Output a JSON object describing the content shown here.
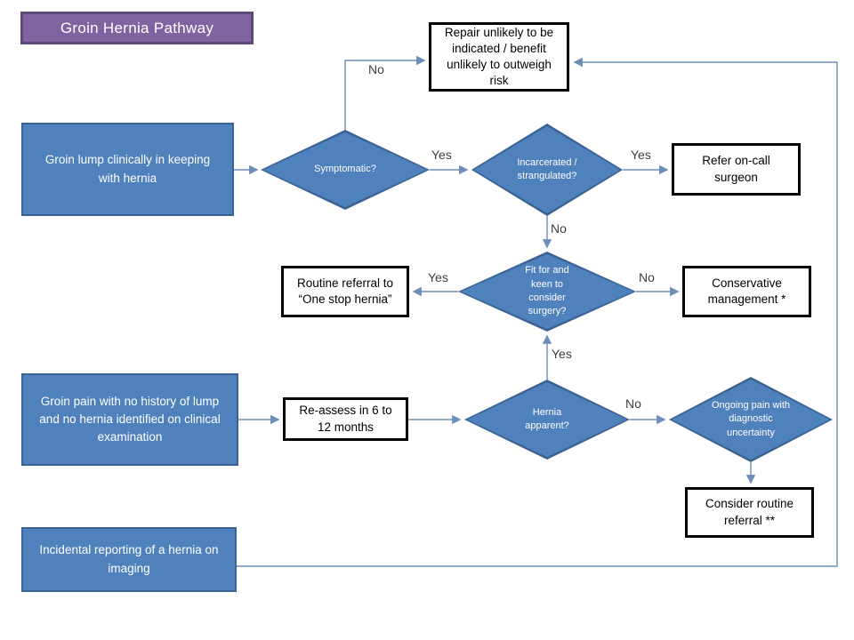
{
  "title": "Groin Hernia Pathway",
  "colors": {
    "blue-fill": "#4f81bd",
    "blue-border": "#3a6293",
    "purple-fill": "#8064a2",
    "purple-border": "#5d4a78",
    "line": "#6d8eb8"
  },
  "nodes": {
    "start_lump": {
      "label": "Groin lump clinically in keeping with hernia"
    },
    "symptomatic": {
      "label": "Symptomatic?"
    },
    "incarcerated": {
      "label": "Incarcerated / strangulated?"
    },
    "repair_unlikely": {
      "label": "Repair unlikely to be indicated / benefit unlikely to outweigh risk"
    },
    "refer_oncall": {
      "label": "Refer on-call surgeon"
    },
    "fit_keen": {
      "label": "Fit for and keen to consider surgery?"
    },
    "routine_referral": {
      "label": "Routine referral to “One stop hernia”"
    },
    "conservative": {
      "label": "Conservative management *"
    },
    "start_pain": {
      "label": "Groin pain with no history of lump and no hernia identified on clinical examination"
    },
    "reassess": {
      "label": "Re-assess in 6 to 12 months"
    },
    "hernia_apparent": {
      "label": "Hernia apparent?"
    },
    "ongoing_pain": {
      "label": "Ongoing pain with diagnostic uncertainty"
    },
    "consider_referral": {
      "label": "Consider routine referral **"
    },
    "start_incidental": {
      "label": "Incidental reporting of a hernia on imaging"
    }
  },
  "edge_labels": {
    "symptomatic_no": "No",
    "symptomatic_yes": "Yes",
    "incarcerated_yes": "Yes",
    "incarcerated_no": "No",
    "fit_yes": "Yes",
    "fit_no": "No",
    "hernia_yes": "Yes",
    "hernia_no": "No"
  }
}
